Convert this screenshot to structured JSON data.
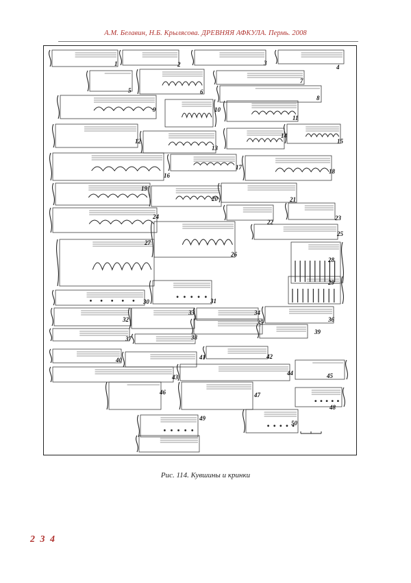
{
  "header": {
    "running_head": "А.М. Белавин, Н.Б. Крылясова. ДРЕВНЯЯ АФКУЛА. Пермь. 2008"
  },
  "plate": {
    "fragment_numbers": [
      "1",
      "2",
      "3",
      "4",
      "5",
      "6",
      "7",
      "8",
      "9",
      "10",
      "11",
      "12",
      "13",
      "14",
      "15",
      "16",
      "17",
      "18",
      "19",
      "20",
      "21",
      "22",
      "23",
      "24",
      "25",
      "26",
      "27",
      "28",
      "29",
      "30",
      "31",
      "32",
      "33",
      "34",
      "35",
      "36",
      "37",
      "38",
      "39",
      "40",
      "41",
      "42",
      "43",
      "44",
      "45",
      "46",
      "47",
      "48",
      "49",
      "50"
    ]
  },
  "caption": {
    "text": "Рис. 114. Кувшины и кринки"
  },
  "footer": {
    "page_number": "2 3 4"
  }
}
